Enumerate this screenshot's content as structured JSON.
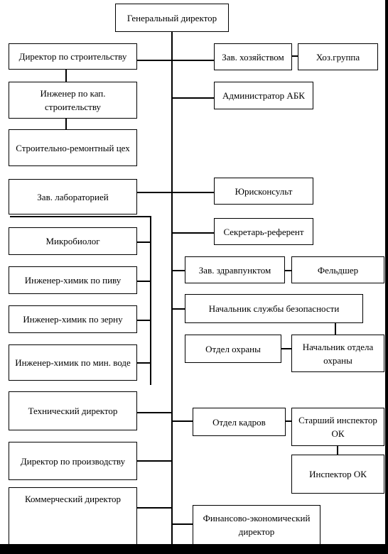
{
  "org_chart": {
    "ceo": "Генеральный директор",
    "left_column": {
      "construction_director": "Директор по строительству",
      "capital_construction_engineer": "Инженер по кап. строительству",
      "repair_shop": "Строительно-ремонтный цех",
      "lab_head": "Зав. лабораторией",
      "microbiologist": "Микробиолог",
      "chemist_beer": "Инженер-химик по пиву",
      "chemist_grain": "Инженер-химик по зерну",
      "chemist_water": "Инженер-химик по мин. воде",
      "technical_director": "Технический директор",
      "production_director": "Директор по производству",
      "commercial_director": "Коммерческий директор"
    },
    "right_column": {
      "household_head": "Зав. хозяйством",
      "household_group": "Хоз.группа",
      "abk_admin": "Администратор АБК",
      "legal_advisor": "Юрисконсульт",
      "secretary": "Секретарь-референт",
      "health_center_head": "Зав. здравпунктом",
      "paramedic": "Фельдшер",
      "security_chief": "Начальник службы безопасности",
      "guard_dept": "Отдел охраны",
      "guard_dept_chief": "Начальник отдела охраны",
      "hr_dept": "Отдел кадров",
      "senior_hr_inspector": "Старший инспектор ОК",
      "hr_inspector": "Инспектор ОК",
      "finance_dept": "Финансово-экономический директор"
    }
  }
}
